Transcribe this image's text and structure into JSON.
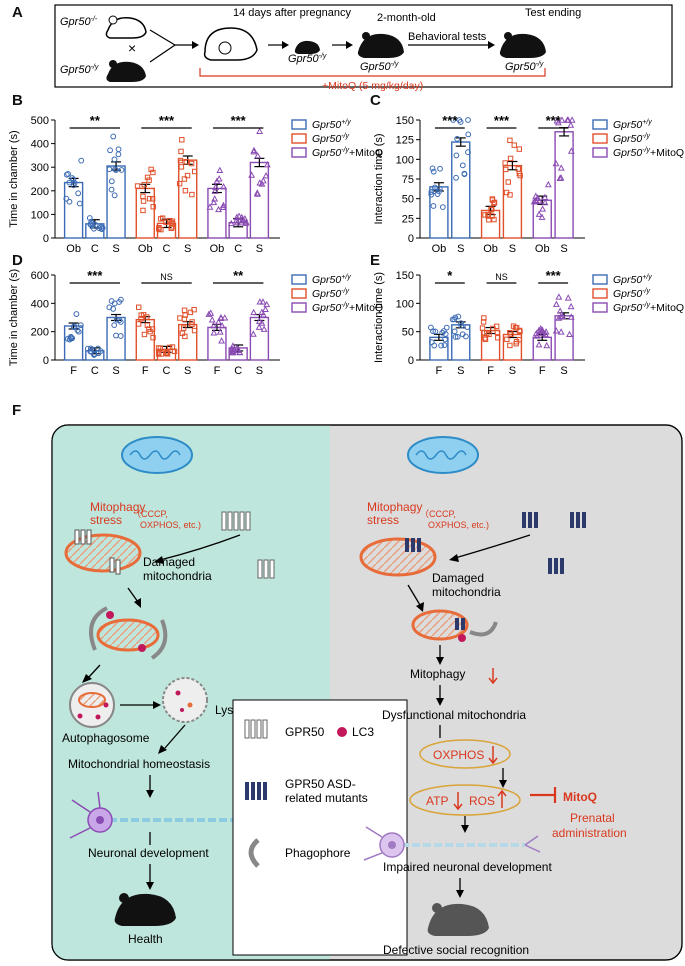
{
  "panelA": {
    "letter": "A",
    "geno_ko": "Gpr50",
    "geno_ko_sup": "-/-",
    "geno_het": "Gpr50",
    "geno_het_sup": "-/y",
    "cross": "×",
    "step1": "14 days after pregnancy",
    "step2": "2-month-old",
    "step3": "Test ending",
    "pup1": "Gpr50",
    "pup1_sup": "-/y",
    "pup2": "Gpr50",
    "pup2_sup": "-/y",
    "pup3": "Gpr50",
    "pup3_sup": "-/y",
    "behav": "Behavioral tests",
    "mitoq": "+MitoQ (5 mg/kg/day)"
  },
  "legend": {
    "wt": "Gpr50",
    "wt_sup": "+/y",
    "ko": "Gpr50",
    "ko_sup": "-/y",
    "mq": "Gpr50",
    "mq_sup": "-/y",
    "mq_suffix": "+MitoQ"
  },
  "colors": {
    "wt": "#3b6bb5",
    "ko": "#e0502a",
    "mq": "#8a4bb3",
    "red": "#d9381e",
    "left_bg": "#bfe6dc",
    "right_bg": "#dcdcdc"
  },
  "chart_data": [
    {
      "panel": "B",
      "type": "bar",
      "ylabel": "Time in chamber (s)",
      "ylim": [
        0,
        500
      ],
      "yticks": [
        0,
        100,
        200,
        300,
        400,
        500
      ],
      "groups": [
        {
          "categories": [
            "Ob",
            "C",
            "S"
          ],
          "values": [
            235,
            60,
            305
          ]
        },
        {
          "categories": [
            "Ob",
            "C",
            "S"
          ],
          "values": [
            210,
            62,
            330
          ]
        },
        {
          "categories": [
            "Ob",
            "C",
            "S"
          ],
          "values": [
            210,
            65,
            320
          ]
        }
      ],
      "sig": [
        "**",
        "***",
        "***"
      ]
    },
    {
      "panel": "C",
      "type": "bar",
      "ylabel": "Interaction time (s)",
      "ylim": [
        0,
        150
      ],
      "yticks": [
        0,
        25,
        50,
        75,
        100,
        125,
        150
      ],
      "groups": [
        {
          "categories": [
            "Ob",
            "S"
          ],
          "values": [
            65,
            122
          ]
        },
        {
          "categories": [
            "Ob",
            "S"
          ],
          "values": [
            35,
            92
          ]
        },
        {
          "categories": [
            "Ob",
            "S"
          ],
          "values": [
            48,
            135
          ]
        }
      ],
      "sig": [
        "***",
        "***",
        "***"
      ]
    },
    {
      "panel": "D",
      "type": "bar",
      "ylabel": "Time in chamber (s)",
      "ylim": [
        0,
        600
      ],
      "yticks": [
        0,
        200,
        400,
        600
      ],
      "groups": [
        {
          "categories": [
            "F",
            "C",
            "S"
          ],
          "values": [
            240,
            65,
            300
          ]
        },
        {
          "categories": [
            "F",
            "C",
            "S"
          ],
          "values": [
            285,
            75,
            250
          ]
        },
        {
          "categories": [
            "F",
            "C",
            "S"
          ],
          "values": [
            230,
            85,
            300
          ]
        }
      ],
      "sig": [
        "***",
        "NS",
        "**"
      ]
    },
    {
      "panel": "E",
      "type": "bar",
      "ylabel": "Interaction time (s)",
      "ylim": [
        0,
        150
      ],
      "yticks": [
        0,
        50,
        100,
        150
      ],
      "groups": [
        {
          "categories": [
            "F",
            "S"
          ],
          "values": [
            40,
            62
          ]
        },
        {
          "categories": [
            "F",
            "S"
          ],
          "values": [
            52,
            45
          ]
        },
        {
          "categories": [
            "F",
            "S"
          ],
          "values": [
            40,
            78
          ]
        }
      ],
      "sig": [
        "*",
        "NS",
        "***"
      ]
    }
  ],
  "panelF": {
    "letter": "F",
    "left": {
      "stress1": "Mitophagy",
      "stress2": "stress",
      "cccp1": "（CCCP,",
      "cccp2": "OXPHOS, etc.)",
      "damaged1": "Damaged",
      "damaged2": "mitochondria",
      "autophagosome": "Autophagosome",
      "lysosome": "Lysosome",
      "homeostasis": "Mitochondrial homeostasis",
      "neuronal": "Neuronal development",
      "health": "Health"
    },
    "right": {
      "stress1": "Mitophagy",
      "stress2": "stress",
      "cccp1": "（CCCP,",
      "cccp2": "OXPHOS, etc.)",
      "damaged1": "Damaged",
      "damaged2": "mitochondria",
      "mitophagy": "Mitophagy",
      "dysfunctional": "Dysfunctional mitochondria",
      "oxphos": "OXPHOS",
      "atp": "ATP",
      "ros": "ROS",
      "mitoq": "MitoQ",
      "prenatal1": "Prenatal",
      "prenatal2": "administration",
      "impaired": "Impaired neuronal development",
      "defective": "Defective social recognition"
    },
    "key": {
      "gpr50": "GPR50",
      "lc3": "LC3",
      "mut1": "GPR50 ASD-",
      "mut2": "related mutants",
      "phago": "Phagophore"
    }
  }
}
